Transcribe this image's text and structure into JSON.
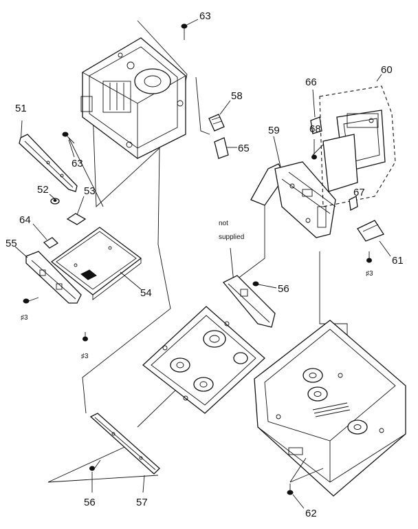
{
  "callouts": {
    "p51": "51",
    "p52": "52",
    "p53": "53",
    "p54": "54",
    "p55": "55",
    "p56a": "56",
    "p56b": "56",
    "p57": "57",
    "p58": "58",
    "p59": "59",
    "p60": "60",
    "p61": "61",
    "p62": "62",
    "p63a": "63",
    "p63b": "63",
    "p64": "64",
    "p65": "65",
    "p66": "66",
    "p67": "67",
    "p68": "68"
  },
  "screw_notes": {
    "s1": "♯3",
    "s2": "♯3",
    "s3": "♯3"
  },
  "annotation": {
    "line1": "not",
    "line2": "supplied"
  }
}
